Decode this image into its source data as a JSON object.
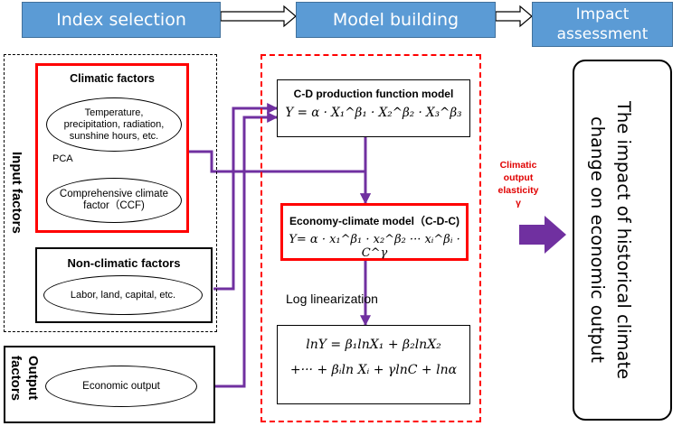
{
  "stages": {
    "index_selection": "Index selection",
    "model_building": "Model building",
    "impact_assessment": "Impact\nassessment"
  },
  "input_factors_label": "Input factors",
  "output_factors_label": "Output\nfactors",
  "climatic": {
    "title": "Climatic factors",
    "variables": "Temperature,\nprecipitation, radiation,\nsunshine hours, etc.",
    "pca_label": "PCA",
    "ccf": "Comprehensive climate\nfactor（CCF)"
  },
  "non_climatic": {
    "title": "Non-climatic factors",
    "variables": "Labor, land, capital, etc."
  },
  "output": {
    "variable": "Economic output"
  },
  "cd_model": {
    "title": "C-D production function model",
    "formula": "Y = α · X₁^β₁ · X₂^β₂ · X₃^β₃"
  },
  "cdc_model": {
    "title": "Economy-climate model（C-D-C)",
    "formula": "Y= α · x₁^β₁ · x₂^β₂ ··· xᵢ^βᵢ · C^γ"
  },
  "log_linearization_label": "Log linearization",
  "log_formula": {
    "line1": "lnY = β₁lnX₁ + β₂lnX₂",
    "line2": "+··· + βᵢln Xᵢ + γlnC + lnα"
  },
  "elasticity_label": "Climatic\noutput\nelasticity\nγ",
  "impact_text": "The impact of historical climate\nchange on economic output",
  "colors": {
    "stage_fill": "#5b9bd5",
    "connector": "#7030a0",
    "highlight_border": "#ff0000",
    "pca_arrow": "#5b9bd5"
  }
}
